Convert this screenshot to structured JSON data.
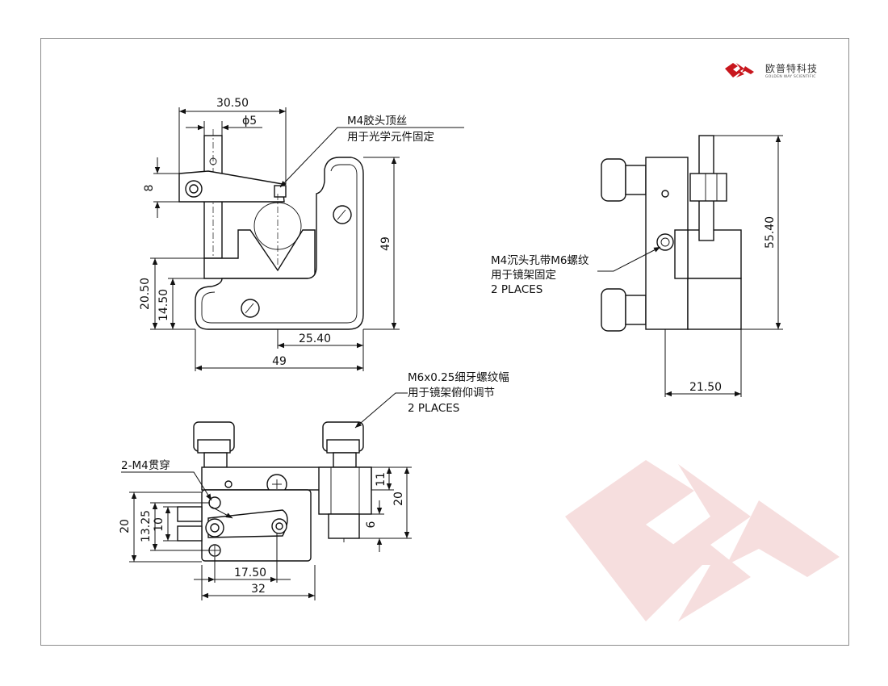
{
  "brand": {
    "name_cn": "欧普特科技",
    "name_en": "GOLDEN WAY SCIENTIFIC",
    "logo_color": "#c8161d",
    "watermark_color": "#f6dede"
  },
  "front_view": {
    "dim_width_top": "30.50",
    "dim_phi": "ϕ5",
    "dim_8": "8",
    "dim_49_right": "49",
    "dim_20_50": "20.50",
    "dim_14_50": "14.50",
    "dim_25_40": "25.40",
    "dim_49_bottom": "49",
    "note_line1": "M4胶头顶丝",
    "note_line2": "用于光学元件固定"
  },
  "side_view": {
    "dim_55_40": "55.40",
    "dim_21_50": "21.50",
    "note_line1": "M4沉头孔带M6螺纹",
    "note_line2": "用于镜架固定",
    "note_line3": "2 PLACES"
  },
  "top_view": {
    "note_line1": "M6x0.25细牙螺纹幅",
    "note_line2": "用于镜架俯仰调节",
    "note_line3": "2 PLACES",
    "label_through": "2-M4贯穿",
    "dim_20_left": "20",
    "dim_13_25": "13.25",
    "dim_10": "10",
    "dim_17_50": "17.50",
    "dim_32": "32",
    "dim_11": "11",
    "dim_20_right": "20",
    "dim_6": "6"
  }
}
